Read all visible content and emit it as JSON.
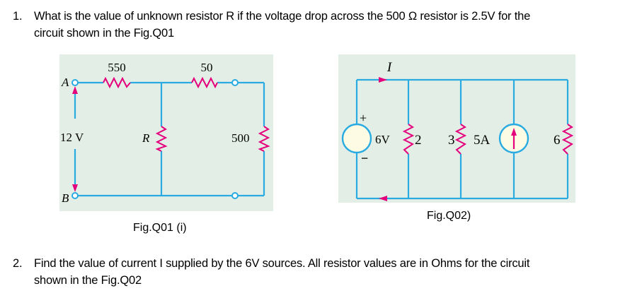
{
  "questions": [
    {
      "number": "1.",
      "line1": "What is the value of unknown resistor R if the voltage drop across the 500 Ω resistor is 2.5V for the",
      "line2": "circuit shown in the Fig.Q01"
    },
    {
      "number": "2.",
      "line1": "Find the value of current I supplied by the 6V sources. All resistor values are in Ohms for the circuit",
      "line2": "shown in the Fig.Q02"
    }
  ],
  "figures": {
    "q01": {
      "caption": "Fig.Q01 (i)",
      "labels": {
        "node_a": "A",
        "node_b": "B",
        "voltage": "12 V",
        "r_series": "550",
        "r_unknown": "R",
        "r_50": "50",
        "r_500": "500"
      }
    },
    "q02": {
      "caption": "Fig.Q02)",
      "labels": {
        "current": "I",
        "plus": "+",
        "minus": "−",
        "voltage_source": "6V",
        "r_2": "2",
        "r_3": "3",
        "current_source": "5A",
        "r_6": "6"
      }
    }
  },
  "colors": {
    "figure_bg": "#e3efe6",
    "wire": "#29abe2",
    "resistor": "#e4007c",
    "arrow": "#e4007c",
    "source_fill": "#fdfbe3"
  }
}
